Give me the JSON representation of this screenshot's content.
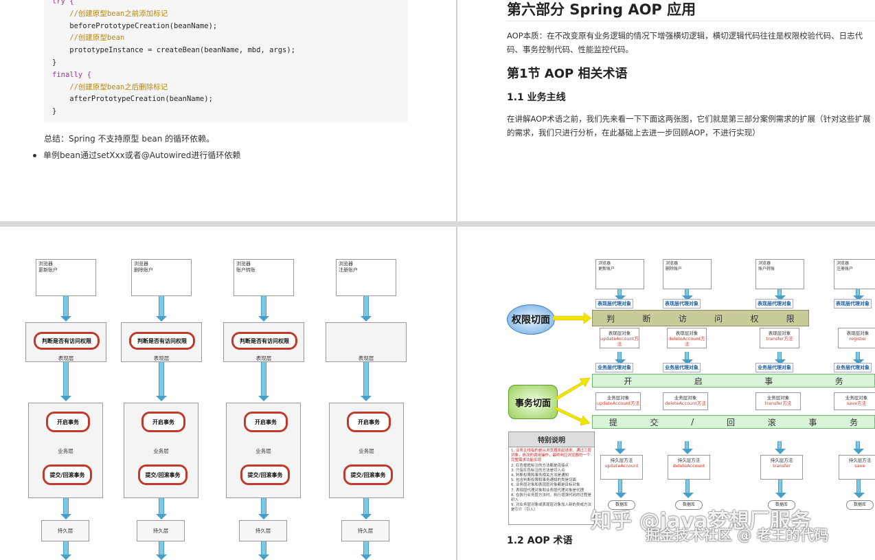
{
  "top_left": {
    "code_lines": [
      {
        "t": "try {",
        "c": "kw"
      },
      {
        "t": "    //创建原型bean之前添加标记",
        "c": "cm"
      },
      {
        "t": "    beforePrototypeCreation(beanName);",
        "c": ""
      },
      {
        "t": "    //创建原型bean",
        "c": "cm"
      },
      {
        "t": "    prototypeInstance = createBean(beanName, mbd, args);",
        "c": ""
      },
      {
        "t": "}",
        "c": ""
      },
      {
        "t": "finally {",
        "c": "kw"
      },
      {
        "t": "    //创建原型bean之后删除标记",
        "c": "cm"
      },
      {
        "t": "    afterPrototypeCreation(beanName);",
        "c": ""
      },
      {
        "t": "}",
        "c": ""
      }
    ],
    "summary": "总结：Spring 不支持原型 bean 的循环依赖。",
    "bullet": "单例bean通过setXxx或者@Autowired进行循环依赖"
  },
  "top_right": {
    "h1": "第六部分 Spring AOP 应用",
    "p1": "AOP本质：在不改变原有业务逻辑的情况下增强横切逻辑，横切逻辑代码往往是权限校验代码、日志代码、事务控制代码、性能监控代码。",
    "h2": "第1节 AOP 相关术语",
    "h3": "1.1 业务主线",
    "p2": "在讲解AOP术语之前，我们先来看一下下面这两张图，它们就是第三部分案例需求的扩展（针对这些扩展的需求，我们只进行分析，在此基础上去进一步回顾AOP，不进行实现）",
    "h3b": "1.2 AOP 术语"
  },
  "left_diagram": {
    "columns": [
      {
        "browser": [
          "浏览器",
          "更新账户"
        ],
        "auth": "判断是否有访问权限"
      },
      {
        "browser": [
          "浏览器",
          "删除账户"
        ],
        "auth": "判断是否有访问权限"
      },
      {
        "browser": [
          "浏览器",
          "账户转账"
        ],
        "auth": "判断是否有访问权限"
      },
      {
        "browser": [
          "浏览器",
          "注册账户"
        ],
        "auth": ""
      }
    ],
    "presentation": "表现层",
    "business": "业务层",
    "open_tx": "开启事务",
    "commit_tx": "提交/回滚事务",
    "persistence": "持久层"
  },
  "right_diagram": {
    "columns": [
      {
        "browser": [
          "浏览器",
          "更新账户"
        ],
        "pres_obj": "表现层对象",
        "pres_method": "updateAccount方法",
        "biz_method": "updateAccount方法",
        "dao": "updateAccount"
      },
      {
        "browser": [
          "浏览器",
          "删除账户"
        ],
        "pres_obj": "表现层对象",
        "pres_method": "deleteAccount方法",
        "biz_method": "deleteAccount方法",
        "dao": "deleteAccount"
      },
      {
        "browser": [
          "浏览器",
          "账户转账"
        ],
        "pres_obj": "表现层对象",
        "pres_method": "transfer方法",
        "biz_method": "transfer方法",
        "dao": "transfer"
      },
      {
        "browser": [
          "浏览器",
          "注册账户"
        ],
        "pres_obj": "表现层对象",
        "pres_method": "register",
        "biz_method": "save方法",
        "dao": "save"
      }
    ],
    "pres_proxy": "表现层代理对象",
    "biz_proxy": "业务层代理对象",
    "biz_obj": "业务层对象",
    "dao_obj": "持久层方法",
    "db": "数据库",
    "perm_aspect": "权限切面",
    "tx_aspect": "事务切面",
    "perm_band": [
      "判",
      "断",
      "访",
      "问",
      "权",
      "限"
    ],
    "open_band": [
      "开",
      "启",
      "事",
      "务"
    ],
    "commit_band": [
      "提",
      "交",
      "/",
      "回",
      "滚",
      "事",
      "务"
    ],
    "note_title": "特别说明",
    "note_lines": [
      "1. 业务主线指的是从浏览器发起请求，通过三层对象，依次的调用操作，最终响应浏览器的一个完整需求功能实现",
      "2. 红色框框标注的方法都是连接点",
      "3. 只有红色标注的方法是切入点",
      "4. 判断权限和事务相关方法是通知",
      "5. 包含判断权限和事务通知的类是切面",
      "6. 业务层对象和表现层对象都是目标对象",
      "7. 表现层代理对象和业务层代理对象是代理",
      "8. 在执行业务层方法时，执行增强代码的过程是织入",
      "9. 对业务层对象或表现层对象加入新的类或方法是引介（引入）"
    ]
  },
  "watermarks": {
    "zhihu": "知乎 @java梦想厂服务",
    "juejin": "掘金技术社区 @ 老王的代码"
  }
}
